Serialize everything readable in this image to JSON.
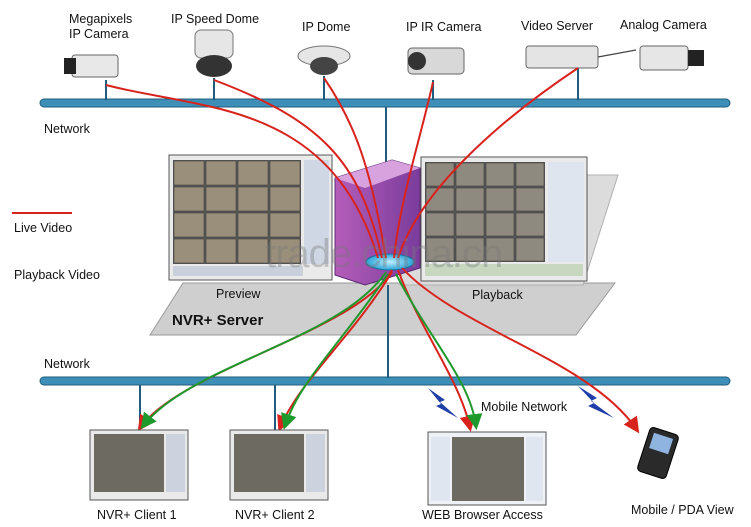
{
  "devices": {
    "megapixels_camera": "Megapixels\nIP Camera",
    "ip_speed_dome": "IP Speed Dome",
    "ip_dome": "IP Dome",
    "ip_ir_camera": "IP IR Camera",
    "video_server": "Video Server",
    "analog_camera": "Analog Camera"
  },
  "network_top": "Network",
  "network_bottom": "Network",
  "legend": {
    "live_video": "Live Video",
    "playback_video": "Playback Video"
  },
  "server": {
    "title": "NVR+  Server",
    "preview": "Preview",
    "playback": "Playback"
  },
  "watermark": "trade.china.cn",
  "clients": {
    "client1": "NVR+ Client 1",
    "client2": "NVR+ Client 2",
    "web": "WEB Browser Access",
    "mobile_network": "Mobile Network",
    "mobile": "Mobile / PDA View"
  },
  "colors": {
    "live": "#d8231d",
    "playback": "#1e9a2c",
    "bus": "#3d8fb8"
  }
}
